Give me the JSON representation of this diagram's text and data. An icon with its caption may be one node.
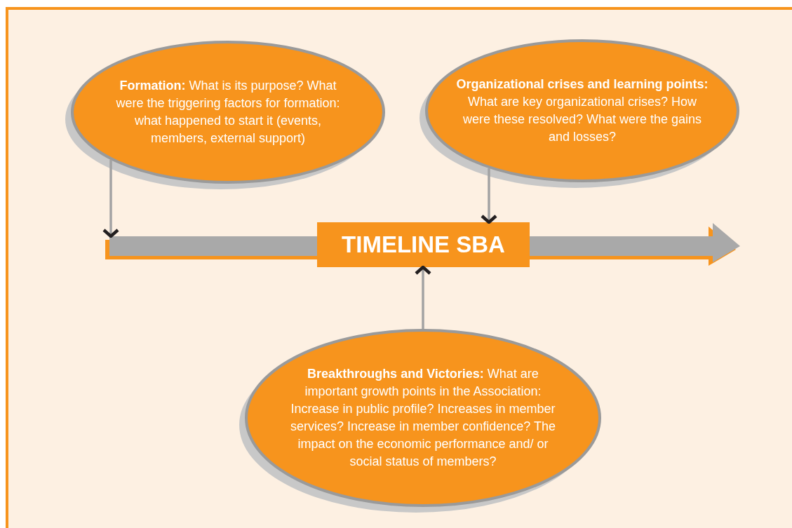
{
  "diagram": {
    "nodes": [
      {
        "text": [
          "**Formation:** What is its purpose? What were the triggering factors for formation: what happened to start it (events, members, external support)"
        ]
      },
      {
        "text": [
          "**Organizational crises and learning points:** What are key organizational crises? How were these resolved? What were the gains and losses?"
        ]
      },
      {
        "text": [
          "TIMELINE SBA"
        ]
      },
      {
        "text": [
          "**Breakthroughs and Victories:** What are important growth points in the Association: Increase in public profile? Increases in member services? Increase in member confidence? The impact on the economic performance and/ or social status of members?"
        ]
      },
      {
        "text": [],
        "shape": "arrow"
      }
    ],
    "edges": [
      {
        "from": 0,
        "to": 4,
        "arrow": "to"
      },
      {
        "from": 1,
        "to": 2,
        "arrow": "to"
      },
      {
        "from": 3,
        "to": 2,
        "arrow": "to"
      }
    ]
  }
}
